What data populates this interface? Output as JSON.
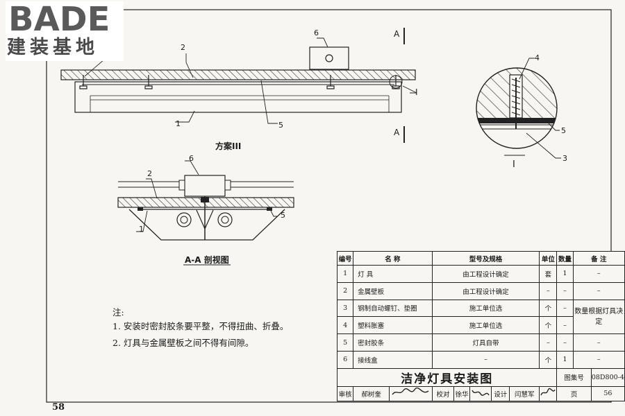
{
  "logo": {
    "word": "BADE",
    "subtitle": "建装基地"
  },
  "page_number": "58",
  "drawing": {
    "plan_caption": "方案III",
    "section_caption": "A-A 剖视图",
    "section_mark": "A",
    "detail_mark": "I",
    "callouts": [
      "1",
      "2",
      "3",
      "4",
      "5",
      "6"
    ]
  },
  "notes": {
    "heading": "注:",
    "items": [
      "1. 安装时密封胶条要平整，不得扭曲、折叠。",
      "2. 灯具与金属壁板之间不得有间隙。"
    ]
  },
  "table": {
    "headers": {
      "no": "编号",
      "name": "名    称",
      "spec": "型号及规格",
      "unit": "单位",
      "qty": "数量",
      "remark": "备  注"
    },
    "rows": [
      {
        "no": "1",
        "name": "灯    具",
        "spec": "由工程设计确定",
        "unit": "套",
        "qty": "1",
        "remark": "–"
      },
      {
        "no": "2",
        "name": "金属壁板",
        "spec": "由工程设计确定",
        "unit": "–",
        "qty": "–",
        "remark": "–"
      },
      {
        "no": "3",
        "name": "钢制自动螺钉、垫圈",
        "spec": "施工单位选",
        "unit": "个",
        "qty": "–",
        "remark": ""
      },
      {
        "no": "4",
        "name": "塑料胀塞",
        "spec": "施工单位选",
        "unit": "个",
        "qty": "–",
        "remark": ""
      },
      {
        "no": "5",
        "name": "密封胶条",
        "spec": "灯具自带",
        "unit": "–",
        "qty": "–",
        "remark": "–"
      },
      {
        "no": "6",
        "name": "接线盒",
        "spec": "–",
        "unit": "个",
        "qty": "1",
        "remark": "–"
      }
    ],
    "merged_remark": "数量根据灯具决定",
    "title": "洁净灯具安装图",
    "atlas_label": "图集号",
    "atlas_no": "08D800-4",
    "signatures": {
      "review_label": "审核",
      "review_name": "郝树奎",
      "check_label": "校对",
      "check_name": "徐华",
      "design_label": "设计",
      "design_name": "闫慧军",
      "page_label": "页",
      "page_value": "56"
    }
  }
}
